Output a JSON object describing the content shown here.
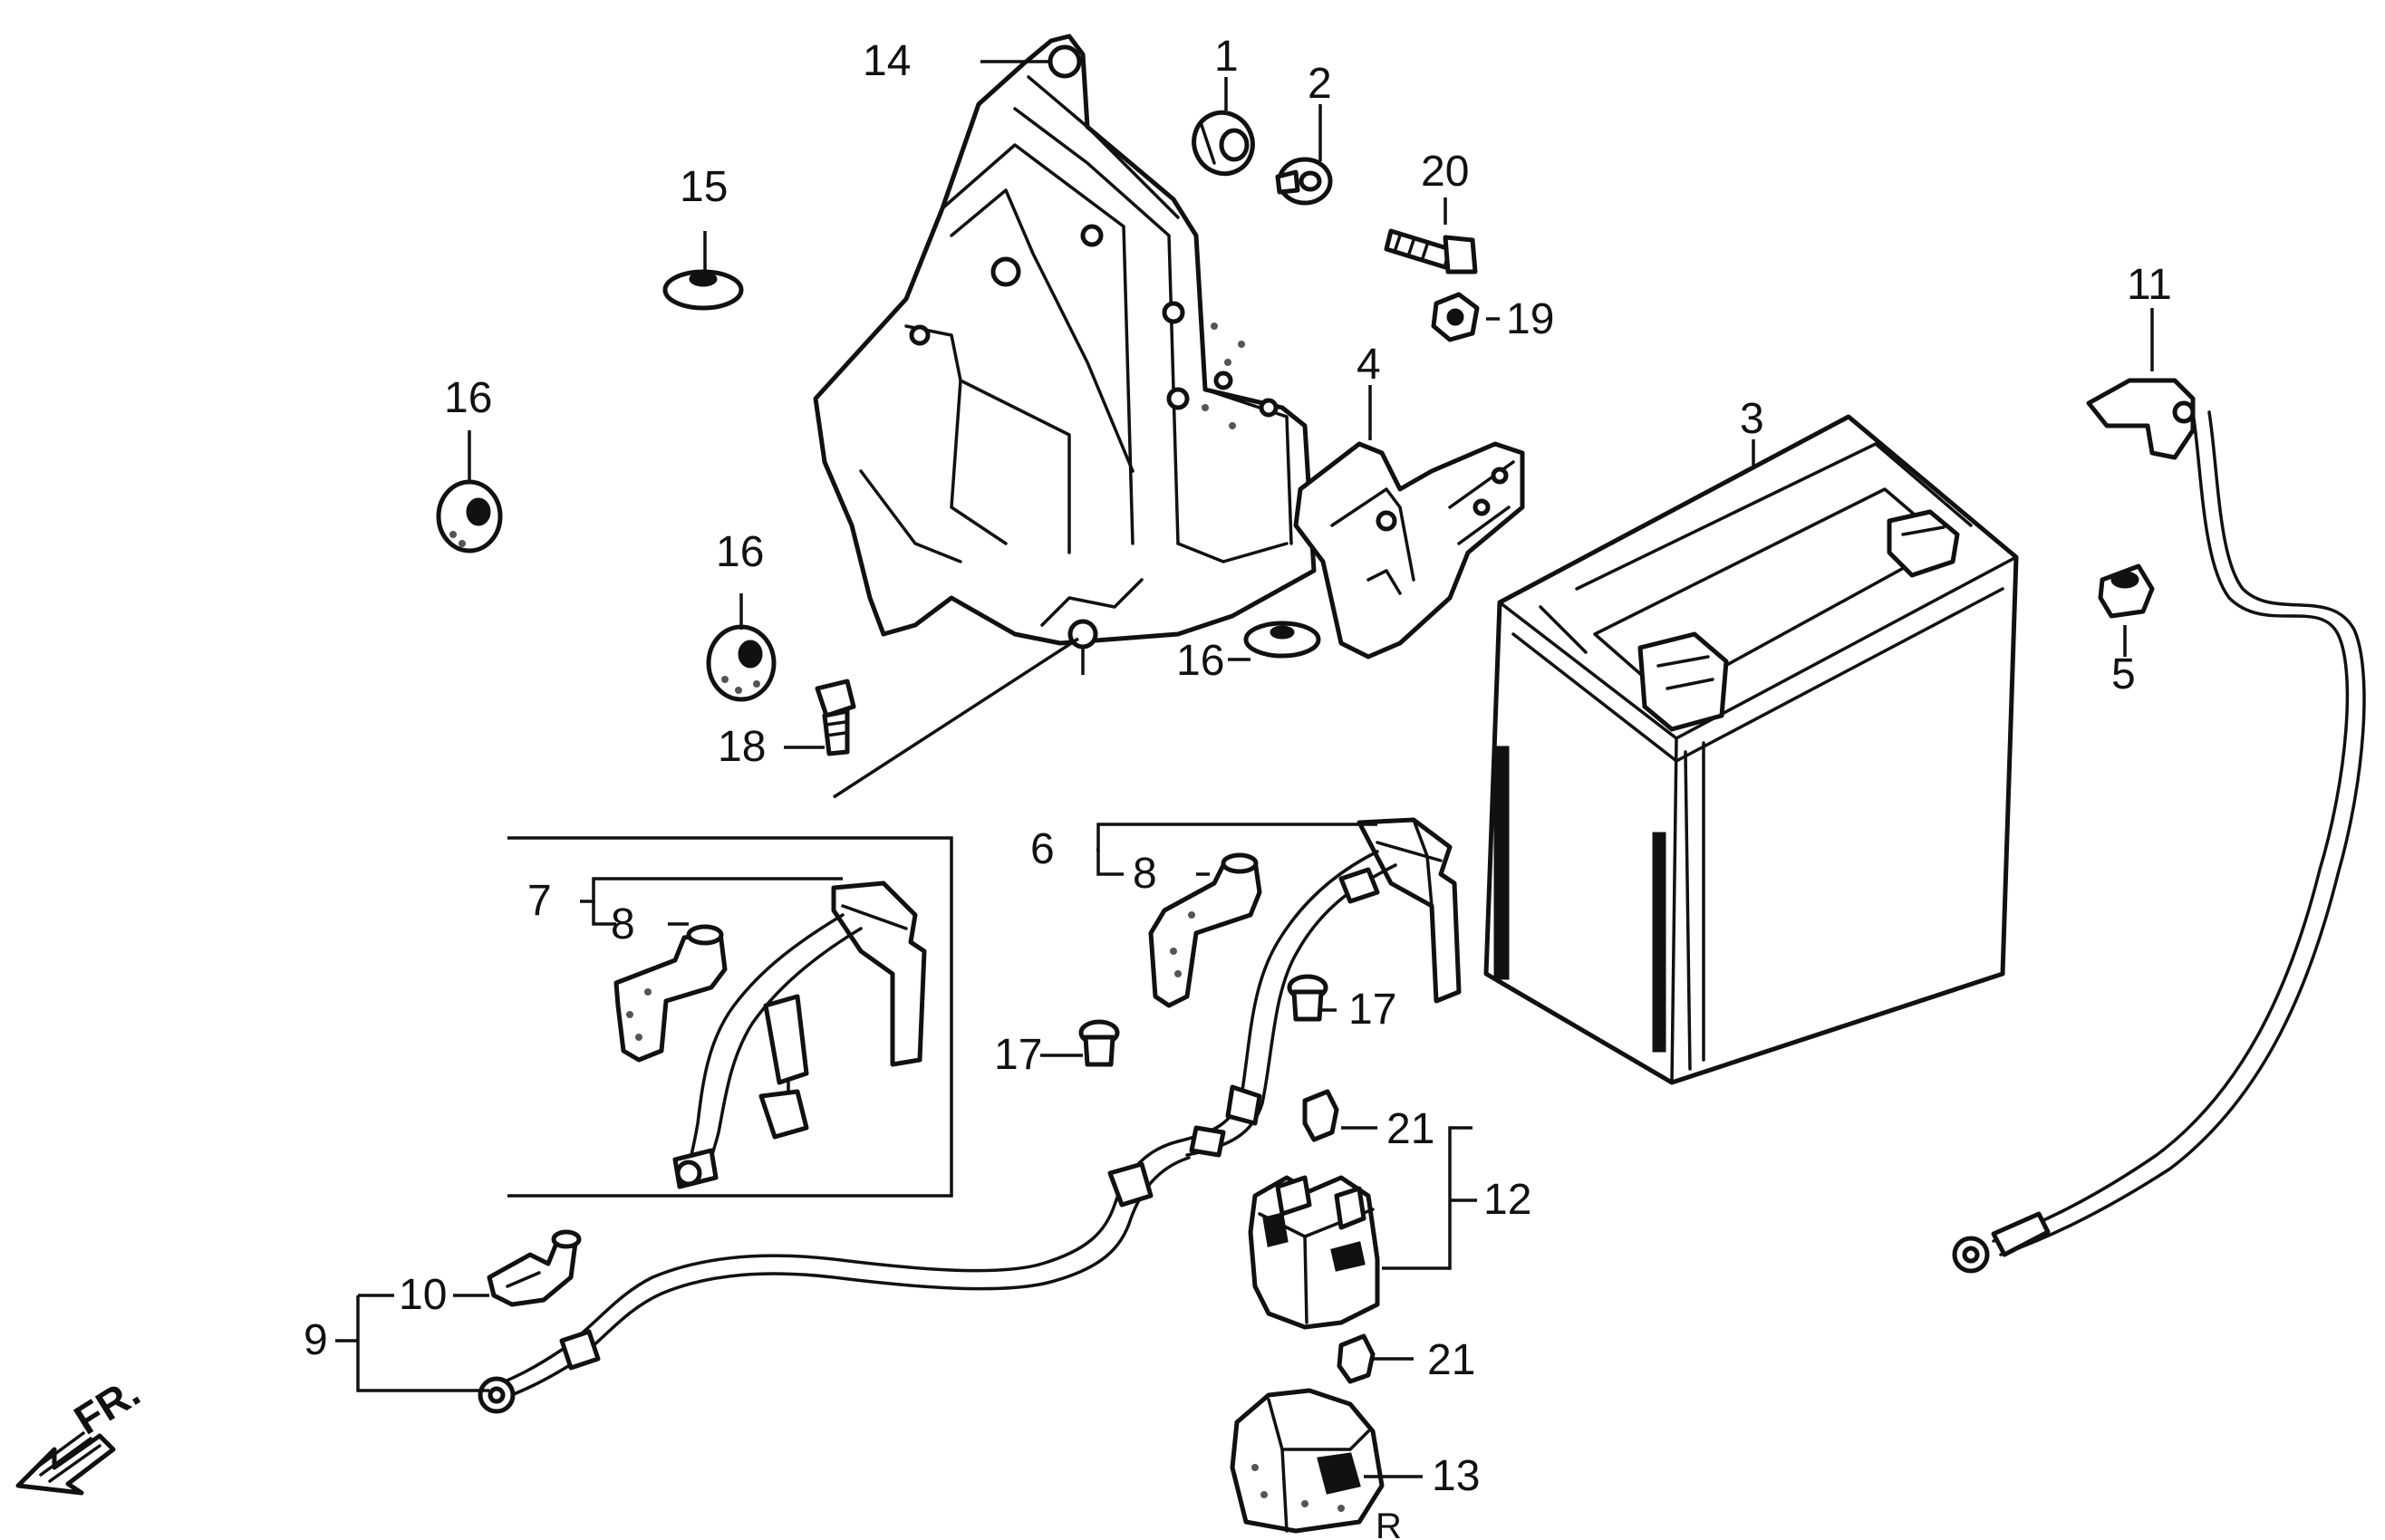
{
  "diagram": {
    "callouts": {
      "c1": "1",
      "c2": "2",
      "c3": "3",
      "c4": "4",
      "c5": "5",
      "c6": "6",
      "c7": "7",
      "c8a": "8",
      "c8b": "8",
      "c9": "9",
      "c10": "10",
      "c11": "11",
      "c12": "12",
      "c13": "13",
      "c14": "14",
      "c15": "15",
      "c16a": "16",
      "c16b": "16",
      "c16c": "16",
      "c17a": "17",
      "c17b": "17",
      "c18": "18",
      "c19": "19",
      "c20": "20",
      "c21a": "21",
      "c21b": "21"
    },
    "front_direction_label": "FR.",
    "corner_mark": "R"
  }
}
